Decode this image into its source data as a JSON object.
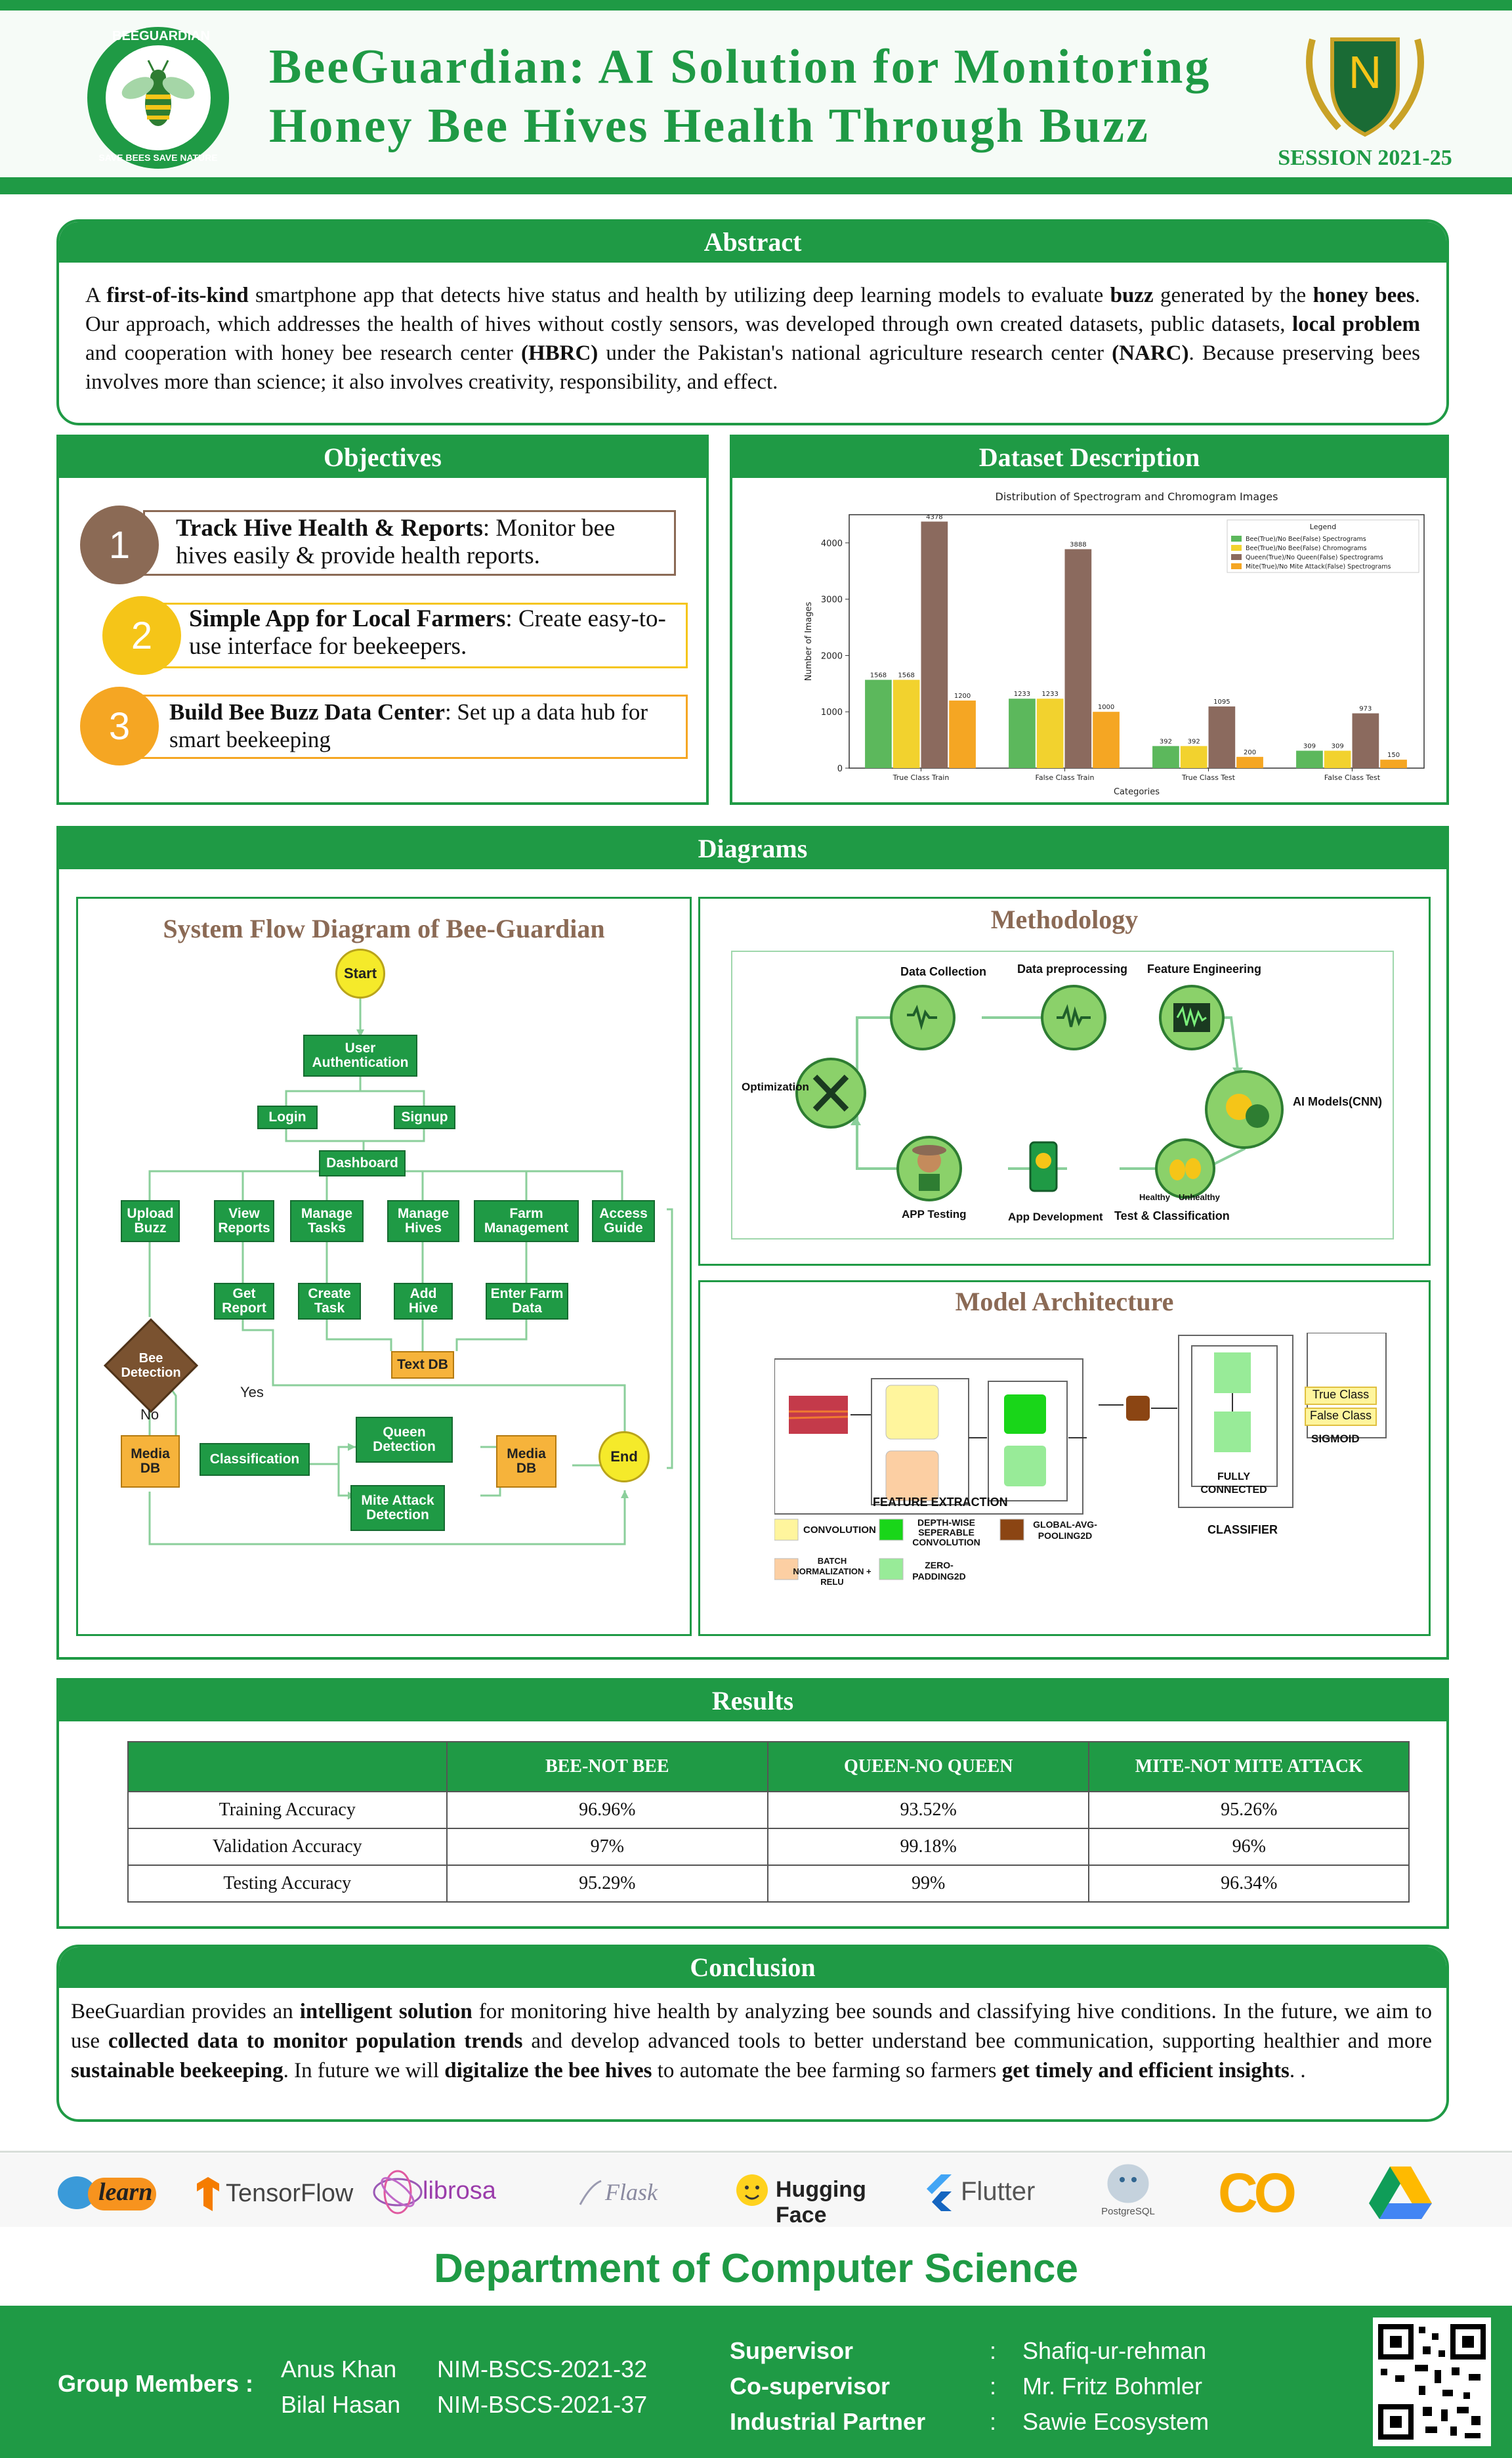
{
  "header": {
    "logo_ring_top": "BEEGUARDIAN",
    "logo_ring_bottom": "SAVE BEES SAVE NATURE",
    "title_line1": "BeeGuardian: AI Solution for Monitoring",
    "title_line2": "Honey Bee Hives Health Through Buzz",
    "crest_letter": "N",
    "session": "SESSION 2021-25"
  },
  "abstract": {
    "heading": "Abstract",
    "text_html": "A <b>first-of-its-kind</b> smartphone app that detects hive status and health by utilizing deep learning models to evaluate <b>buzz</b> generated by the <b>honey bees</b>. Our approach, which addresses the health of hives without costly sensors, was developed through own created datasets, public datasets, <b>local problem</b> and cooperation with honey bee research center <b>(HBRC)</b> under the Pakistan's national agriculture research center <b>(NARC)</b>. Because preserving bees involves more than science; it also involves creativity, responsibility, and effect."
  },
  "objectives": {
    "heading": "Objectives",
    "items": [
      {
        "num": "1",
        "title": "Track Hive Health & Reports",
        "desc": ": Monitor bee hives easily & provide health reports.",
        "color": "#8b6a55"
      },
      {
        "num": "2",
        "title": "Simple App for Local Farmers",
        "desc": ": Create easy-to-use interface for beekeepers.",
        "color": "#f5c518"
      },
      {
        "num": "3",
        "title": "Build Bee Buzz Data Center",
        "desc": ": Set up a data hub for smart beekeeping",
        "color": "#f5a623"
      }
    ]
  },
  "dataset": {
    "heading": "Dataset Description"
  },
  "chart_data": {
    "type": "bar",
    "title": "Distribution of Spectrogram and Chromogram Images",
    "xlabel": "Categories",
    "ylabel": "Number of Images",
    "ylim": [
      0,
      4500
    ],
    "yticks": [
      0,
      1000,
      2000,
      3000,
      4000
    ],
    "categories": [
      "True Class Train",
      "False Class Train",
      "True Class Test",
      "False Class Test"
    ],
    "legend_title": "Legend",
    "legend_position": "top-right",
    "series": [
      {
        "name": "Bee(True)/No Bee(False) Spectrograms",
        "color": "#5cb85c",
        "values": [
          1568,
          1233,
          392,
          309
        ]
      },
      {
        "name": "Bee(True)/No Bee(False) Chromograms",
        "color": "#f2d22e",
        "values": [
          1568,
          1233,
          392,
          309
        ]
      },
      {
        "name": "Queen(True)/No Queen(False) Spectrograms",
        "color": "#8b6a5e",
        "values": [
          4378,
          3888,
          1095,
          973
        ]
      },
      {
        "name": "Mite(True)/No Mite Attack(False) Spectrograms",
        "color": "#f5a623",
        "values": [
          1200,
          1000,
          200,
          150
        ]
      }
    ]
  },
  "diagrams": {
    "heading": "Diagrams",
    "flow_title": "System Flow Diagram of Bee-Guardian",
    "flow": {
      "start": "Start",
      "auth": "User Authentication",
      "login": "Login",
      "signup": "Signup",
      "dashboard": "Dashboard",
      "upload": "Upload Buzz",
      "view": "View Reports",
      "tasks": "Manage Tasks",
      "hives": "Manage Hives",
      "farm": "Farm Management",
      "guide": "Access Guide",
      "get_report": "Get Report",
      "create_task": "Create Task",
      "add_hive": "Add Hive",
      "enter_farm": "Enter Farm Data",
      "text_db": "Text DB",
      "bee_detection": "Bee Detection",
      "yes": "Yes",
      "no": "No",
      "media_db_left": "Media DB",
      "classification": "Classification",
      "queen": "Queen Detection",
      "mite": "Mite Attack Detection",
      "media_db_right": "Media DB",
      "end": "End"
    },
    "method_title": "Methodology",
    "method": {
      "collection": "Data Collection",
      "preprocessing": "Data preprocessing",
      "feature": "Feature Engineering",
      "models": "AI Models(CNN)",
      "testclass": "Test & Classification",
      "healthy": "Healthy",
      "unhealthy": "Unhealthy",
      "appdev": "App Development",
      "apptest": "APP Testing",
      "optimization": "Optimization"
    },
    "arch_title": "Model Architecture",
    "arch": {
      "feature_extraction": "FEATURE EXTRACTION",
      "fully_connected": "FULLY CONNECTED",
      "classifier": "CLASSIFIER",
      "true_class": "True Class",
      "false_class": "False Class",
      "sigmoid": "SIGMOID",
      "legend_conv": "CONVOLUTION",
      "legend_dw": "DEPTH-WISE SEPERABLE CONVOLUTION",
      "legend_gap": "GLOBAL-AVG-POOLING2D",
      "legend_bn": "BATCH NORMALIZATION + RELU",
      "legend_zp": "ZERO-PADDING2D"
    }
  },
  "results": {
    "heading": "Results",
    "columns": [
      "",
      "BEE-NOT BEE",
      "QUEEN-NO QUEEN",
      "MITE-NOT MITE ATTACK"
    ],
    "rows": [
      [
        "Training Accuracy",
        "96.96%",
        "93.52%",
        "95.26%"
      ],
      [
        "Validation Accuracy",
        "97%",
        "99.18%",
        "96%"
      ],
      [
        "Testing Accuracy",
        "95.29%",
        "99%",
        "96.34%"
      ]
    ]
  },
  "conclusion": {
    "heading": "Conclusion",
    "text_html": "BeeGuardian provides an <b>intelligent solution</b> for monitoring hive health by analyzing bee sounds and classifying hive conditions. In the future, we aim to use <b>collected data to monitor population trends</b> and develop advanced tools to better understand bee communication, supporting healthier and more <b>sustainable beekeeping</b>. In future we will <b>digitalize the bee hives</b> to automate the bee farming so farmers <b>get timely and efficient insights</b>. ."
  },
  "tools": [
    "learn",
    "TensorFlow",
    "librosa",
    "Flask",
    "Hugging Face",
    "Flutter",
    "PostgreSQL",
    "CO",
    ""
  ],
  "department": "Department of Computer Science",
  "footer": {
    "group_label": "Group Members :",
    "members": [
      {
        "name": "Anus Khan",
        "id": "NIM-BSCS-2021-32"
      },
      {
        "name": "Bilal Hasan",
        "id": "NIM-BSCS-2021-37"
      }
    ],
    "roles": [
      {
        "role": "Supervisor",
        "sep": ":",
        "name": "Shafiq-ur-rehman"
      },
      {
        "role": "Co-supervisor",
        "sep": ":",
        "name": "Mr. Fritz Bohmler"
      },
      {
        "role": "Industrial Partner",
        "sep": ":",
        "name": "Sawie Ecosystem"
      }
    ]
  }
}
